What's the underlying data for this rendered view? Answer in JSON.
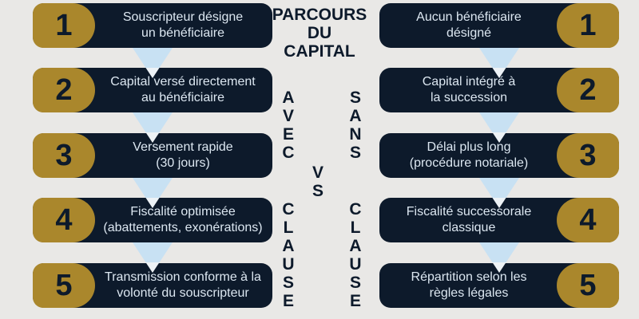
{
  "title": "PARCOURS\nDU\nCAPITAL",
  "versus": {
    "left_word_top": "AVEC",
    "left_word_bottom": "CLAUSE",
    "vs": "VS",
    "right_word_top": "SANS",
    "right_word_bottom": "CLAUSE"
  },
  "left_column": {
    "steps": [
      {
        "number": "1",
        "label": "Souscripteur désigne\nun bénéficiaire"
      },
      {
        "number": "2",
        "label": "Capital versé directement\nau bénéficiaire"
      },
      {
        "number": "3",
        "label": "Versement rapide\n(30 jours)"
      },
      {
        "number": "4",
        "label": "Fiscalité optimisée\n(abattements, exonérations)"
      },
      {
        "number": "5",
        "label": "Transmission conforme à la\nvolonté du souscripteur"
      }
    ]
  },
  "right_column": {
    "steps": [
      {
        "number": "1",
        "label": "Aucun bénéficiaire\ndésigné"
      },
      {
        "number": "2",
        "label": "Capital intégré à\nla succession"
      },
      {
        "number": "3",
        "label": "Délai plus long\n(procédure notariale)"
      },
      {
        "number": "4",
        "label": "Fiscalité successorale\nclassique"
      },
      {
        "number": "5",
        "label": "Répartition selon les\nrègles légales"
      }
    ]
  },
  "icons": {
    "flow_arrow": "down-arrow-icon"
  },
  "colors": {
    "background": "#e9e8e6",
    "bar_navy": "#0d1a2b",
    "badge_gold": "#aa872c",
    "arrow_blue": "#c8e1f3",
    "arrow_tip": "#edf2f6",
    "bar_text": "#dce7f1",
    "heading_text": "#0d1a2b"
  }
}
